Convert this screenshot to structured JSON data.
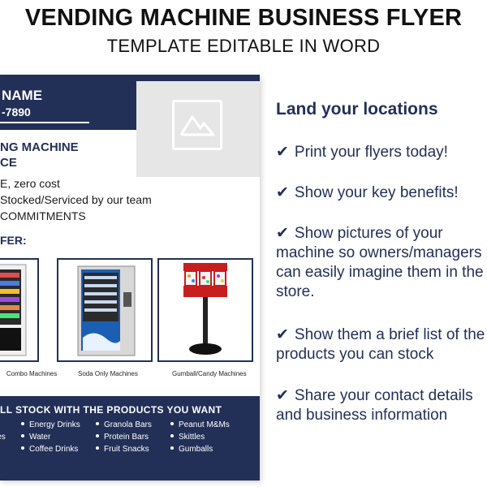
{
  "header": {
    "title": "VENDING MACHINE BUSINESS FLYER",
    "subtitle": "TEMPLATE EDITABLE IN WORD"
  },
  "flyer": {
    "name": "NAME",
    "phone": "-7890",
    "service_title_1": "NG MACHINE",
    "service_title_2": "CE",
    "service_lines": [
      "E, zero cost",
      "Stocked/Serviced by our team",
      "COMMITMENTS"
    ],
    "offer_label": "FER:",
    "machines": [
      {
        "caption": "Combo  Machines"
      },
      {
        "caption": "Soda Only Machines"
      },
      {
        "caption": "Gumball/Candy  Machines"
      }
    ],
    "bottom_heading": "LL STOCK WITH THE PRODUCTS YOU WANT",
    "products": {
      "col1": [
        "",
        "ies",
        ""
      ],
      "col2": [
        "Energy Drinks",
        "Water",
        "Coffee Drinks"
      ],
      "col3": [
        "Granola Bars",
        "Protein Bars",
        "Fruit Snacks"
      ],
      "col4": [
        "Peanut M&Ms",
        "Skittles",
        "Gumballs"
      ]
    },
    "colors": {
      "navy": "#223058",
      "gray_placeholder": "#e6e6e6"
    },
    "placeholder_icon": "mountain-image-icon"
  },
  "tips": {
    "heading": "Land your locations",
    "check_glyph": "✔",
    "items": [
      {
        "lines": [
          "Print your flyers today!"
        ]
      },
      {
        "lines": [
          "Show your key benefits!"
        ]
      },
      {
        "lines": [
          "Show pictures of your",
          "machine so owners/managers",
          "can easily imagine them in the",
          "store."
        ]
      },
      {
        "lines": [
          "Show them a brief list of the",
          "products you can stock"
        ]
      },
      {
        "lines": [
          "Share your contact details",
          "and business information"
        ]
      }
    ]
  }
}
